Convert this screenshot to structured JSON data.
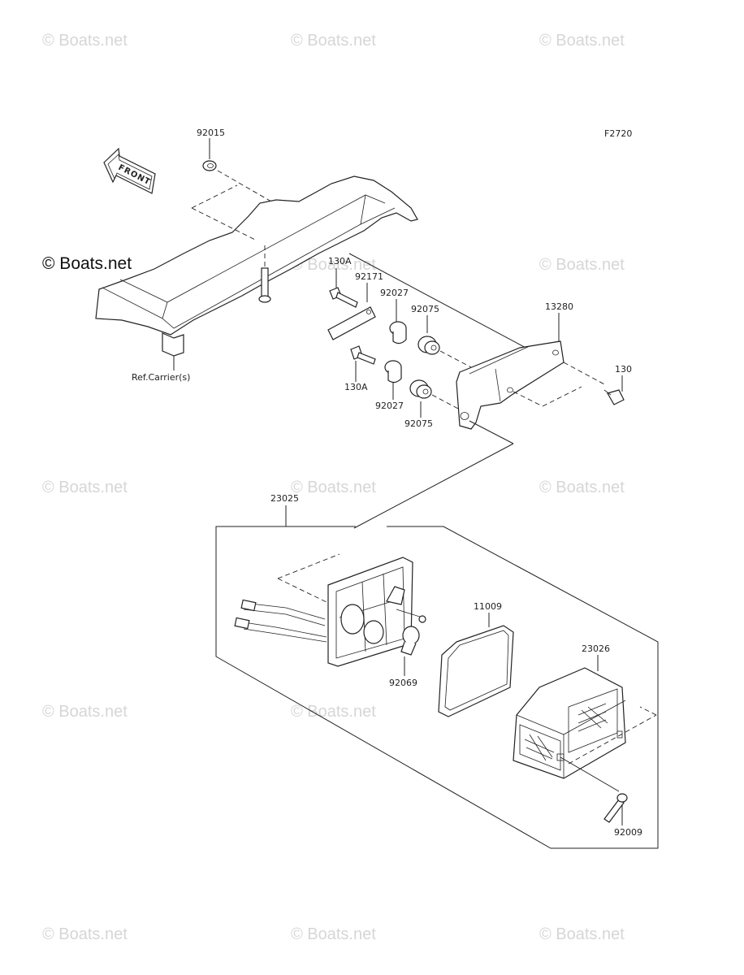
{
  "diagram": {
    "code": "F2720",
    "front_label": "FRONT",
    "ref_label": "Ref.Carrier(s)"
  },
  "watermark": {
    "text": "© Boats.net",
    "dark_text": "© Boats.net"
  },
  "parts": {
    "p92015": "92015",
    "p130A_top": "130A",
    "p92171": "92171",
    "p92027_top": "92027",
    "p92075_top": "92075",
    "p13280": "13280",
    "p130": "130",
    "p130A_bottom": "130A",
    "p92027_bottom": "92027",
    "p92075_bottom": "92075",
    "p23025": "23025",
    "p11009": "11009",
    "p23026": "23026",
    "p92069": "92069",
    "p92009": "92009"
  }
}
